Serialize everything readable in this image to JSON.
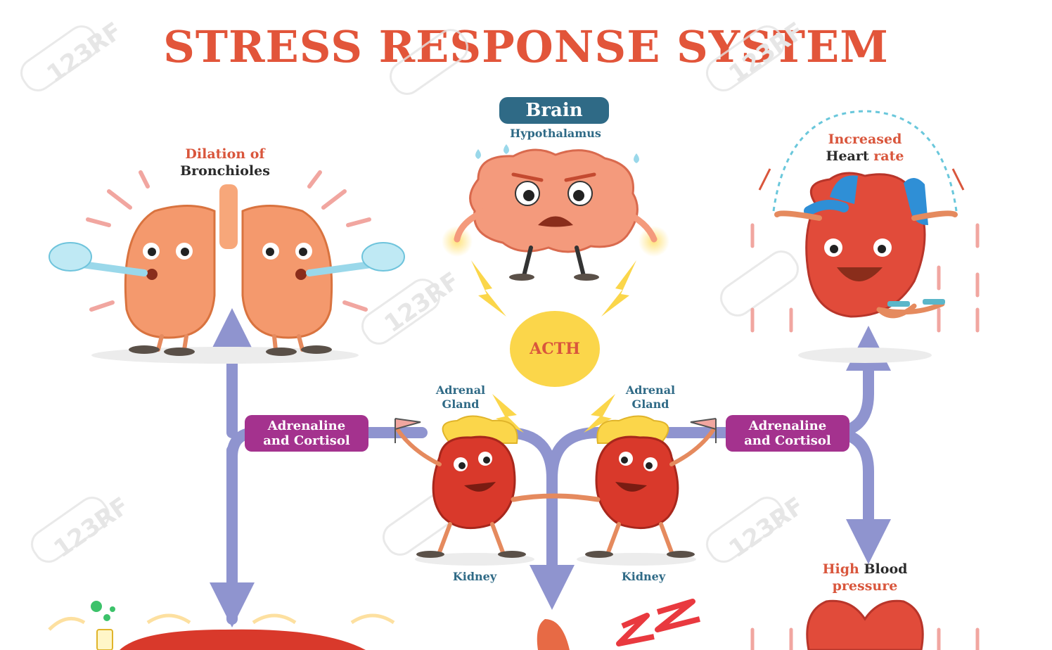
{
  "title": "STRESS RESPONSE SYSTEM",
  "brain": {
    "label": "Brain",
    "sublabel": "Hypothalamus"
  },
  "acth": "ACTH",
  "lungs": {
    "line1": "Dilation of",
    "line2": "Bronchioles"
  },
  "heart": {
    "line1": "Increased",
    "line2_a": "Heart",
    "line2_b": " rate"
  },
  "adrenal_left": {
    "line1": "Adrenal",
    "line2": "Gland"
  },
  "adrenal_right": {
    "line1": "Adrenal",
    "line2": "Gland"
  },
  "hormone_left": {
    "line1": "Adrenaline",
    "line2": "and Cortisol"
  },
  "hormone_right": {
    "line1": "Adrenaline",
    "line2": "and Cortisol"
  },
  "kidney_left": "Kidney",
  "kidney_right": "Kidney",
  "blood_pressure": {
    "line1_a": "High",
    "line1_b": " Blood",
    "line2": "pressure"
  },
  "watermark": "123RF",
  "colors": {
    "title": "#e2553a",
    "arrow": "#8f94cf",
    "pill_purple": "#a4328e",
    "brain_pill": "#2f6a86",
    "acth_fill": "#fbd64a",
    "organ_pink": "#f4996d",
    "kidney_red": "#d9392b",
    "heart_red": "#e14b3a",
    "vessel_blue": "#2f8fd6"
  }
}
